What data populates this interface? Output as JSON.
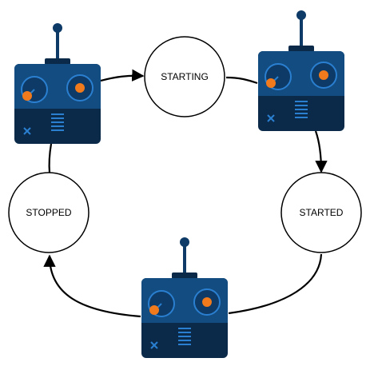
{
  "diagram": {
    "states": [
      {
        "id": "starting",
        "label": "STARTING"
      },
      {
        "id": "started",
        "label": "STARTED"
      },
      {
        "id": "stopped",
        "label": "STOPPED"
      }
    ],
    "transitions": [
      {
        "from": "controller-top-left",
        "to": "starting"
      },
      {
        "from": "starting",
        "to": "controller-top-right"
      },
      {
        "from": "controller-top-right",
        "to": "started"
      },
      {
        "from": "started",
        "to": "controller-bottom"
      },
      {
        "from": "controller-bottom",
        "to": "stopped"
      },
      {
        "from": "stopped",
        "to": "controller-top-left"
      }
    ],
    "icon": "remote-controller-icon",
    "colors": {
      "controller_body": "#0d3a66",
      "controller_dark": "#0b2a4a",
      "controller_panel": "#134c80",
      "dial_ring": "#2a7fd0",
      "knob": "#f07a1c",
      "arrow": "#000000"
    }
  }
}
